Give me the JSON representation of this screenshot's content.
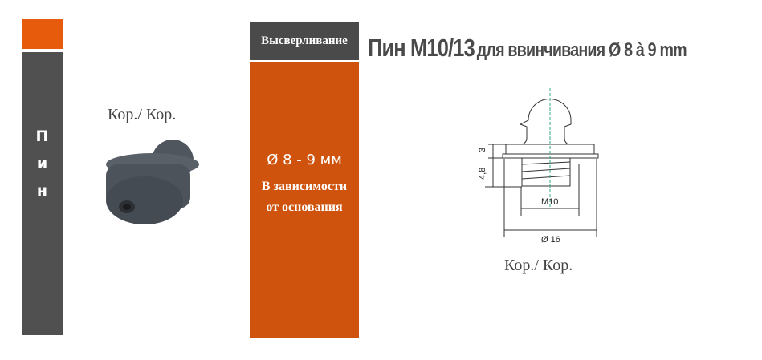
{
  "sidebar": {
    "letters": [
      "П",
      "и",
      "н"
    ]
  },
  "left": {
    "caption": "Кор./ Кор."
  },
  "middle": {
    "header": "Высверливание",
    "diameter": "Ø 8 - 9 мм",
    "note_line1": "В зависимости",
    "note_line2": "от основания"
  },
  "title": {
    "main": "Пин M10/13",
    "rest": "для ввинчивания Ø 8 à 9 mm"
  },
  "drawing": {
    "dim_3": "3",
    "dim_48": "4,8",
    "dim_m10": "M10",
    "dim_d16": "Ø 16",
    "caption": "Кор./ Кор."
  },
  "colors": {
    "orange": "#cf530c",
    "gray": "#4a4a4a"
  }
}
